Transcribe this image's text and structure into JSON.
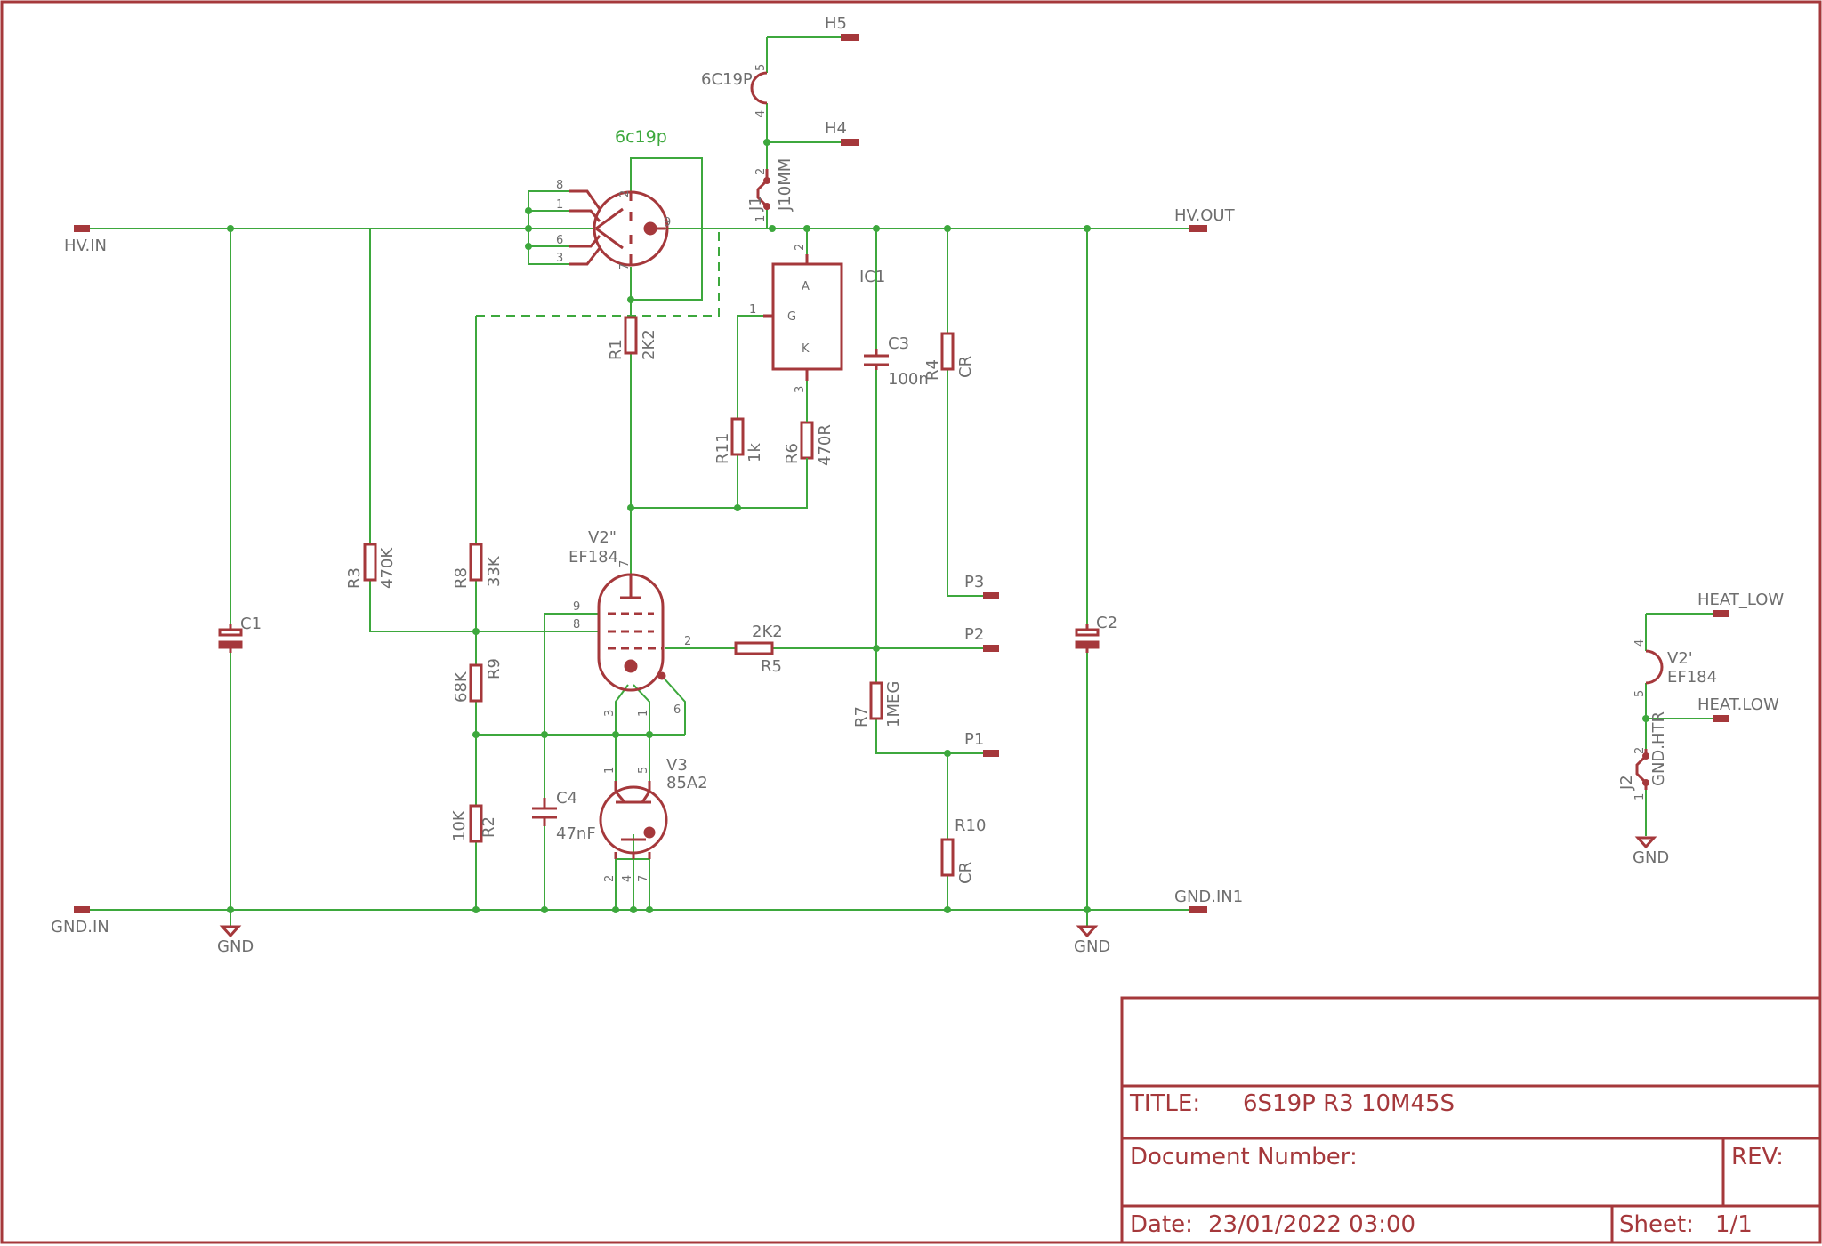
{
  "labels": {
    "hv_in": "HV.IN",
    "gnd_in": "GND.IN",
    "hv_out": "HV.OUT",
    "gnd_in1": "GND.IN1",
    "gnd_1": "GND",
    "gnd_2": "GND",
    "gnd_3": "GND",
    "h5": "H5",
    "h4": "H4",
    "heater_name": "6C19P",
    "j1_name": "J1",
    "j1_value": "J10MM",
    "tube_value": "6c19p",
    "ic1_name": "IC1",
    "ic1_pin_a": "A",
    "ic1_pin_g": "G",
    "ic1_pin_k": "K",
    "c1": "C1",
    "c2": "C2",
    "c3_name": "C3",
    "c3_value": "100n",
    "c4_name": "C4",
    "c4_value": "47nF",
    "r1_name": "R1",
    "r1_value": "2K2",
    "r2_name": "R2",
    "r2_value": "10K",
    "r3_name": "R3",
    "r3_value": "470K",
    "r4_name": "R4",
    "r4_value": "CR",
    "r5_name": "R5",
    "r5_value": "2K2",
    "r6_name": "R6",
    "r6_value": "470R",
    "r7_name": "R7",
    "r7_value": "1MEG",
    "r8_name": "R8",
    "r8_value": "33K",
    "r9_name": "R9",
    "r9_value": "68K",
    "r10_name": "R10",
    "r10_value": "CR",
    "r11_name": "R11",
    "r11_value": "1k",
    "v2_name": "V2\"",
    "v2_value": "EF184",
    "v3_name": "V3",
    "v3_value": "85A2",
    "p1": "P1",
    "p2": "P2",
    "p3": "P3",
    "heat_low_top": "HEAT_LOW",
    "heat_low_mid": "HEAT.LOW",
    "v2p_name": "V2'",
    "v2p_value": "EF184",
    "j2_name": "J2",
    "j2_value": "GND.HTR"
  },
  "pins": {
    "tube_8": "8",
    "tube_1": "1",
    "tube_6": "6",
    "tube_3": "3",
    "tube_2": "2",
    "tube_7": "7",
    "tube_9": "9",
    "heater_5": "5",
    "heater_4": "4",
    "j1_2": "2",
    "j1_1": "1",
    "ic1_2": "2",
    "ic1_1": "1",
    "ic1_3": "3",
    "v2_7": "7",
    "v2_9": "9",
    "v2_8": "8",
    "v2_2": "2",
    "v2_3": "3",
    "v2_1": "1",
    "v2_6": "6",
    "v3_1": "1",
    "v3_5": "5",
    "v3_2": "2",
    "v3_4": "4",
    "v3_7": "7",
    "v2p_4": "4",
    "v2p_5": "5",
    "j2_2": "2",
    "j2_1": "1"
  },
  "title_block": {
    "title_label": "TITLE:",
    "title_value": "6S19P R3 10M45S",
    "doc_label": "Document Number:",
    "rev_label": "REV:",
    "date_label": "Date:",
    "date_value": "23/01/2022 03:00",
    "sheet_label": "Sheet:",
    "sheet_value": "1/1"
  }
}
